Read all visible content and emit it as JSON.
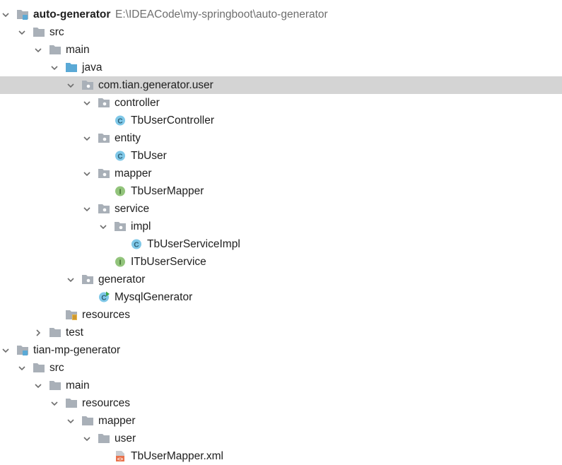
{
  "project_tree": {
    "items": [
      {
        "label": "auto-generator",
        "path": "E:\\IDEACode\\my-springboot\\auto-generator",
        "depth": 0,
        "expanded": true,
        "icon": "module-folder-icon",
        "bold": true
      },
      {
        "label": "src",
        "depth": 1,
        "expanded": true,
        "icon": "folder-icon"
      },
      {
        "label": "main",
        "depth": 2,
        "expanded": true,
        "icon": "folder-icon"
      },
      {
        "label": "java",
        "depth": 3,
        "expanded": true,
        "icon": "source-root-folder-icon"
      },
      {
        "label": "com.tian.generator.user",
        "depth": 4,
        "expanded": true,
        "icon": "package-icon",
        "selected": true
      },
      {
        "label": "controller",
        "depth": 5,
        "expanded": true,
        "icon": "package-icon"
      },
      {
        "label": "TbUserController",
        "depth": 6,
        "icon": "class-icon"
      },
      {
        "label": "entity",
        "depth": 5,
        "expanded": true,
        "icon": "package-icon"
      },
      {
        "label": "TbUser",
        "depth": 6,
        "icon": "class-icon"
      },
      {
        "label": "mapper",
        "depth": 5,
        "expanded": true,
        "icon": "package-icon"
      },
      {
        "label": "TbUserMapper",
        "depth": 6,
        "icon": "interface-icon"
      },
      {
        "label": "service",
        "depth": 5,
        "expanded": true,
        "icon": "package-icon"
      },
      {
        "label": "impl",
        "depth": 6,
        "expanded": true,
        "icon": "package-icon"
      },
      {
        "label": "TbUserServiceImpl",
        "depth": 7,
        "icon": "class-icon"
      },
      {
        "label": "ITbUserService",
        "depth": 6,
        "icon": "interface-icon"
      },
      {
        "label": "generator",
        "depth": 4,
        "expanded": true,
        "icon": "package-icon"
      },
      {
        "label": "MysqlGenerator",
        "depth": 5,
        "icon": "runnable-class-icon"
      },
      {
        "label": "resources",
        "depth": 3,
        "icon": "resources-folder-icon"
      },
      {
        "label": "test",
        "depth": 2,
        "expanded": false,
        "icon": "folder-icon"
      },
      {
        "label": "tian-mp-generator",
        "depth": 0,
        "expanded": true,
        "icon": "module-folder-icon"
      },
      {
        "label": "src",
        "depth": 1,
        "expanded": true,
        "icon": "folder-icon"
      },
      {
        "label": "main",
        "depth": 2,
        "expanded": true,
        "icon": "folder-icon"
      },
      {
        "label": "resources",
        "depth": 3,
        "expanded": true,
        "icon": "folder-icon"
      },
      {
        "label": "mapper",
        "depth": 4,
        "expanded": true,
        "icon": "folder-icon"
      },
      {
        "label": "user",
        "depth": 5,
        "expanded": true,
        "icon": "folder-icon"
      },
      {
        "label": "TbUserMapper.xml",
        "depth": 6,
        "icon": "xml-file-icon"
      }
    ]
  },
  "colors": {
    "folder": "#a9b0b8",
    "source_root": "#5aa9d6",
    "class_badge": "#7fc8e8",
    "interface_badge": "#92c47b",
    "xml_badge": "#e8724c",
    "selection": "#d4d4d4",
    "path_text": "#6e6e6e",
    "arrow": "#6e6e6e"
  }
}
